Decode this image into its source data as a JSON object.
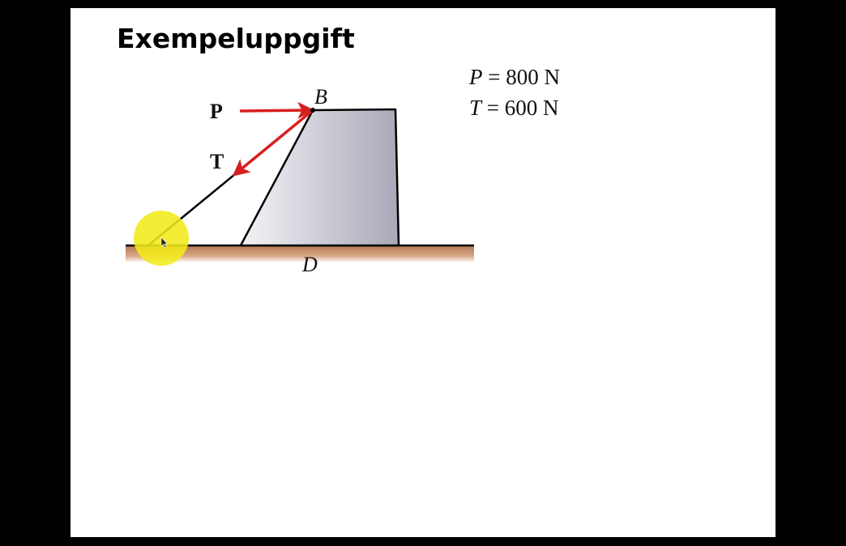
{
  "slide": {
    "title": "Exempeluppgift"
  },
  "given": {
    "p": {
      "symbol": "P",
      "equals": "=",
      "value": "800",
      "unit": "N"
    },
    "t": {
      "symbol": "T",
      "equals": "=",
      "value": "600",
      "unit": "N"
    }
  },
  "diagram": {
    "force_p_label": "P",
    "force_t_label": "T",
    "point_b_label": "B",
    "point_d_label": "D",
    "colors": {
      "force_arrow": "#d71f1f",
      "block_light": "#f2f2f5",
      "block_dark": "#a9a9b8",
      "ground": "#c48a66",
      "cursor_highlight": "#f2ea1a"
    }
  }
}
